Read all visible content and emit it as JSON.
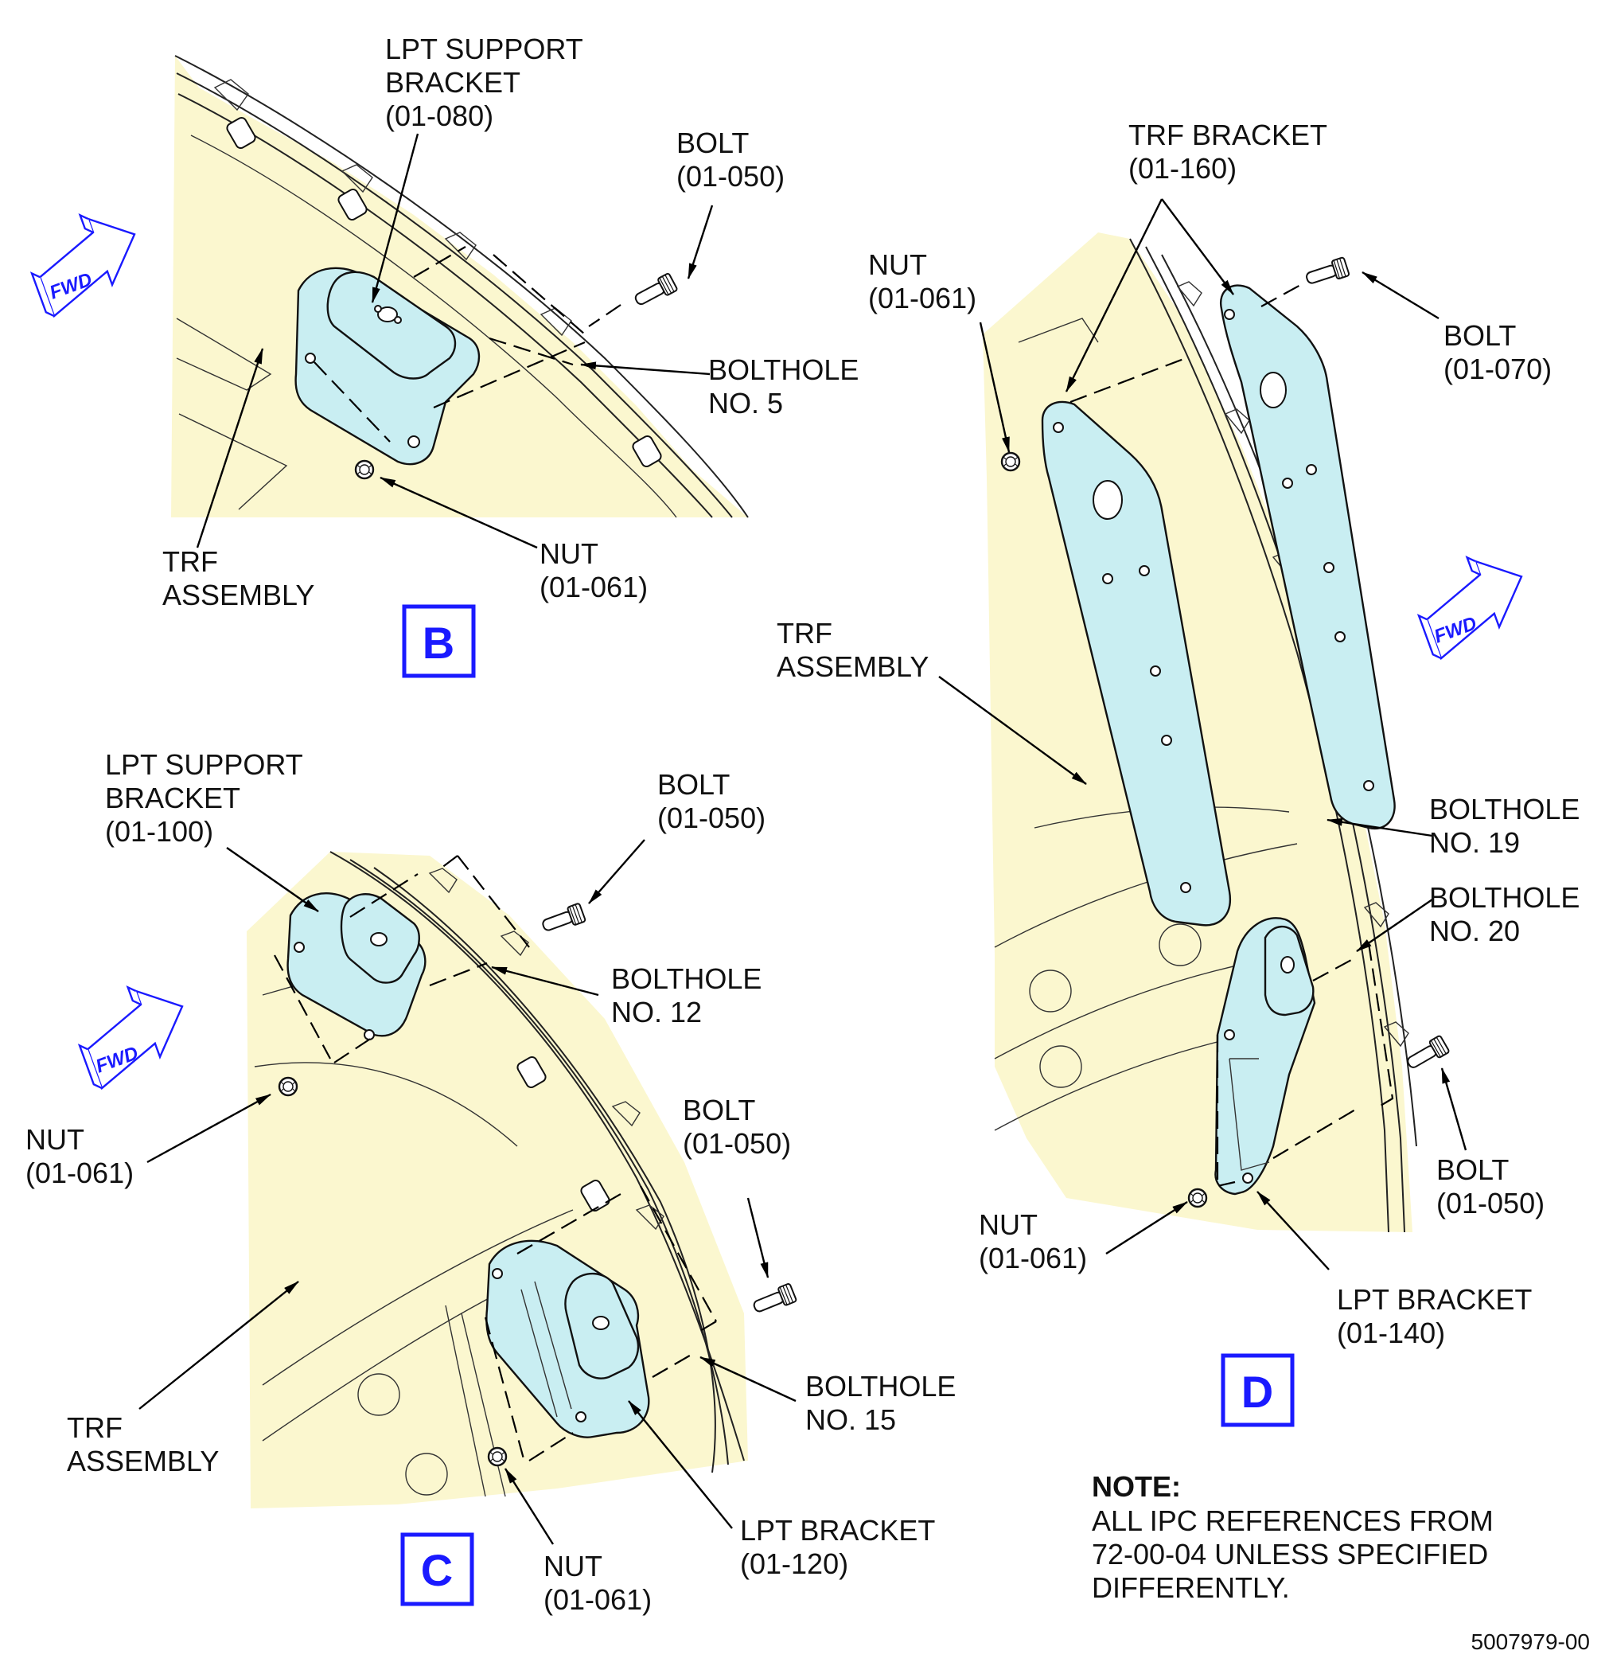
{
  "figure": {
    "document_number": "5007979-00",
    "note": {
      "heading": "NOTE:",
      "lines": [
        "ALL IPC REFERENCES FROM",
        "72-00-04 UNLESS SPECIFIED",
        "DIFFERENTLY."
      ]
    },
    "fwd_label": "FWD",
    "views": {
      "B": {
        "letter": "B",
        "labels": {
          "lpt_support_bracket": [
            "LPT SUPPORT",
            "BRACKET",
            "(01-080)"
          ],
          "bolt": [
            "BOLT",
            "(01-050)"
          ],
          "bolthole": [
            "BOLTHOLE",
            "NO. 5"
          ],
          "nut": [
            "NUT",
            "(01-061)"
          ],
          "trf_assembly": [
            "TRF",
            "ASSEMBLY"
          ]
        }
      },
      "C": {
        "letter": "C",
        "labels": {
          "lpt_support_bracket": [
            "LPT SUPPORT",
            "BRACKET",
            "(01-100)"
          ],
          "bolt_upper": [
            "BOLT",
            "(01-050)"
          ],
          "bolthole_upper": [
            "BOLTHOLE",
            "NO. 12"
          ],
          "nut_upper": [
            "NUT",
            "(01-061)"
          ],
          "bolt_lower": [
            "BOLT",
            "(01-050)"
          ],
          "bolthole_lower": [
            "BOLTHOLE",
            "NO. 15"
          ],
          "trf_assembly": [
            "TRF",
            "ASSEMBLY"
          ],
          "nut_lower": [
            "NUT",
            "(01-061)"
          ],
          "lpt_bracket": [
            "LPT BRACKET",
            "(01-120)"
          ]
        }
      },
      "D": {
        "letter": "D",
        "labels": {
          "trf_bracket": [
            "TRF BRACKET",
            "(01-160)"
          ],
          "nut_upper": [
            "NUT",
            "(01-061)"
          ],
          "bolt_upper": [
            "BOLT",
            "(01-070)"
          ],
          "trf_assembly": [
            "TRF",
            "ASSEMBLY"
          ],
          "bolthole_19": [
            "BOLTHOLE",
            "NO. 19"
          ],
          "bolthole_20": [
            "BOLTHOLE",
            "NO. 20"
          ],
          "bolt_lower": [
            "BOLT",
            "(01-050)"
          ],
          "nut_lower": [
            "NUT",
            "(01-061)"
          ],
          "lpt_bracket": [
            "LPT BRACKET",
            "(01-140)"
          ]
        }
      }
    }
  }
}
